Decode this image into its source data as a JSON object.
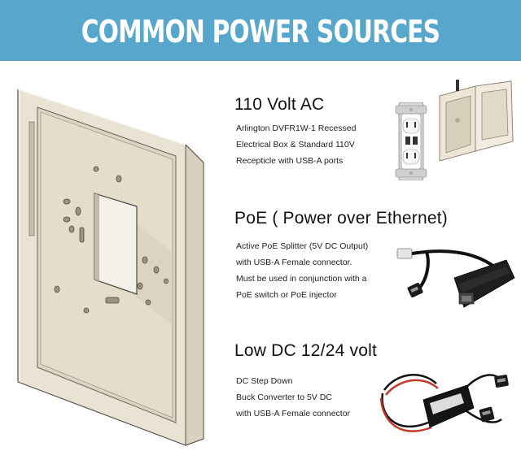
{
  "banner": {
    "title": "COMMON POWER SOURCES"
  },
  "sections": [
    {
      "title": "110 Volt AC",
      "lines": [
        "Arlington DVFR1W-1 Recessed",
        "Electrical Box & Standard 110V",
        "Recepticle with USB-A ports"
      ],
      "images": [
        "usb-outlet",
        "recessed-electrical-box"
      ]
    },
    {
      "title": "PoE ( Power over Ethernet)",
      "lines": [
        "Active PoE Splitter (5V DC Output)",
        "with USB-A Female connector.",
        "Must be used in conjunction with a",
        "PoE switch or PoE injector"
      ],
      "images": [
        "poe-splitter"
      ]
    },
    {
      "title": "Low DC 12/24 volt",
      "lines": [
        "DC Step Down",
        "Buck Converter to 5V DC",
        "with USB-A Female connector"
      ],
      "images": [
        "buck-converter"
      ]
    }
  ],
  "colors": {
    "banner": "#56a7cb",
    "frame": "#e7e0d0",
    "frame_shadow": "#b9b09d"
  }
}
